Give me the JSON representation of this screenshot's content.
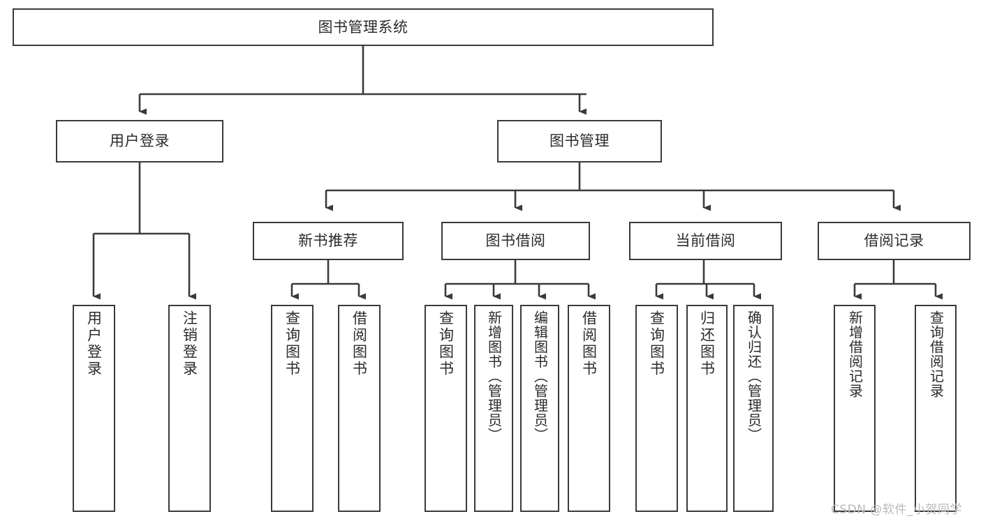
{
  "diagram": {
    "type": "tree-hierarchy",
    "title": "图书管理系统",
    "watermark": "CSDN @软件_小贺同学",
    "colors": {
      "border": "#3a3a3a",
      "text": "#2b2b2b",
      "background": "#ffffff",
      "watermark": "#b9b9b9"
    },
    "levels": 4,
    "nodes": {
      "root": {
        "label": "图书管理系统"
      },
      "level2": [
        {
          "label": "用户登录"
        },
        {
          "label": "图书管理"
        }
      ],
      "level3": [
        {
          "label": "新书推荐"
        },
        {
          "label": "图书借阅"
        },
        {
          "label": "当前借阅"
        },
        {
          "label": "借阅记录"
        }
      ],
      "leaves": {
        "user_login": [
          {
            "label": "用户登录"
          },
          {
            "label": "注销登录"
          }
        ],
        "new_book_recommend": [
          {
            "label": "查询图书"
          },
          {
            "label": "借阅图书"
          }
        ],
        "book_borrow": [
          {
            "label": "查询图书"
          },
          {
            "label": "新增图书（管理员）"
          },
          {
            "label": "编辑图书（管理员）"
          },
          {
            "label": "借阅图书"
          }
        ],
        "current_borrow": [
          {
            "label": "查询图书"
          },
          {
            "label": "归还图书"
          },
          {
            "label": "确认归还（管理员）"
          }
        ],
        "borrow_record": [
          {
            "label": "新增借阅记录"
          },
          {
            "label": "查询借阅记录"
          }
        ]
      }
    }
  }
}
